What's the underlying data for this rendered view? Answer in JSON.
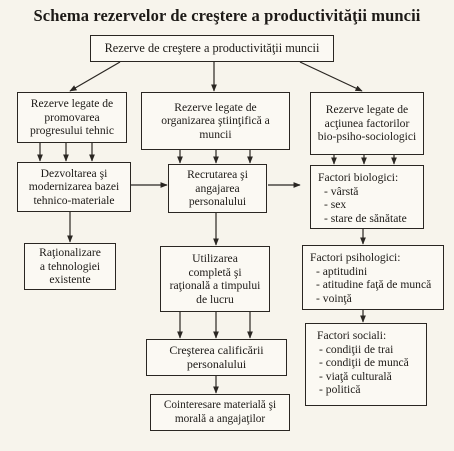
{
  "title": "Schema rezervelor de creştere a productivităţii muncii",
  "root": "Rezerve de creştere a productivităţii muncii",
  "col1": {
    "header": [
      "Rezerve legate de",
      "promovarea",
      "progresului tehnic"
    ],
    "b1": [
      "Dezvoltarea şi",
      "modernizarea bazei",
      "tehnico-materiale"
    ],
    "b2": [
      "Raţionalizare",
      "a tehnologiei",
      "existente"
    ]
  },
  "col2": {
    "header": [
      "Rezerve legate de",
      "organizarea ştiinţifică a",
      "muncii"
    ],
    "b1": [
      "Recrutarea şi",
      "angajarea",
      "personalului"
    ],
    "b2": [
      "Utilizarea",
      "completă şi",
      "raţională a timpului",
      "de lucru"
    ],
    "b3": [
      "Creşterea calificării",
      "personalului"
    ],
    "b4": [
      "Cointeresare materială  şi",
      "morală  a angajaţilor"
    ]
  },
  "col3": {
    "header": [
      "Rezerve legate de",
      "acţiunea factorilor",
      "bio-psiho-sociologici"
    ],
    "bio": {
      "title": "Factori biologici:",
      "items": [
        "vârstă",
        "sex",
        "stare de sănătate"
      ]
    },
    "psy": {
      "title": "Factori psihologici:",
      "items": [
        "aptitudini",
        "atitudine faţă de muncă",
        "voinţă"
      ]
    },
    "soc": {
      "title": "Factori sociali:",
      "items": [
        "condiţii de trai",
        "condiţii de muncă",
        "viaţă culturală",
        "politică"
      ]
    }
  }
}
